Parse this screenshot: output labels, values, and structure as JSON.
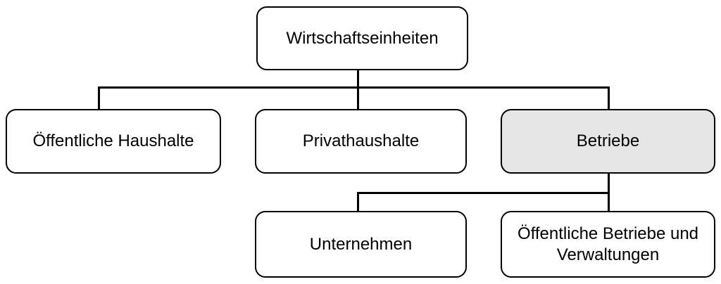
{
  "diagram": {
    "nodes": {
      "root": {
        "label": "Wirtschaftseinheiten"
      },
      "oeffentliche_haushalte": {
        "label": "Öffentliche Haushalte"
      },
      "privathaushalte": {
        "label": "Privathaushalte"
      },
      "betriebe": {
        "label": "Betriebe",
        "highlighted": true
      },
      "unternehmen": {
        "label": "Unternehmen"
      },
      "oeffentliche_betriebe": {
        "label": "Öffentliche Betriebe und Verwaltungen"
      }
    },
    "colors": {
      "background": "#ffffff",
      "node_fill": "#ffffff",
      "node_fill_highlighted": "#e6e6e6",
      "node_border": "#000000",
      "connector": "#000000",
      "text": "#000000"
    }
  }
}
